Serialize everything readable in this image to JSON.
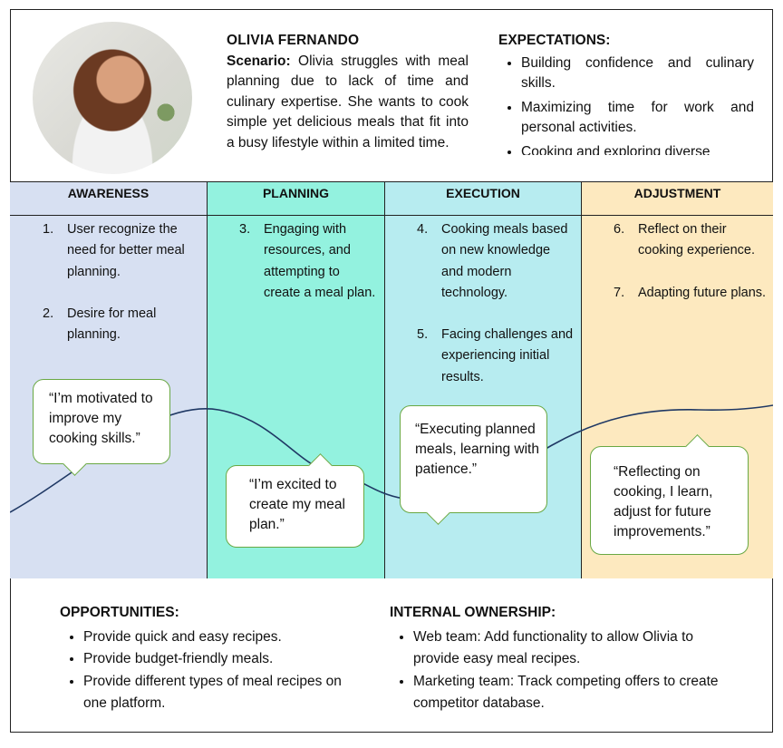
{
  "persona": {
    "name": "OLIVIA FERNANDO",
    "scenario_label": "Scenario:",
    "scenario_text": "Olivia struggles with meal planning due to lack of time and culinary expertise. She wants to cook simple yet delicious meals that fit into a busy lifestyle within a limited time."
  },
  "expectations": {
    "title": "EXPECTATIONS:",
    "items": [
      "Building confidence and culinary skills.",
      "Maximizing time for work and personal activities.",
      "Cooking and exploring diverse"
    ]
  },
  "stages": [
    {
      "header": "AWARENESS",
      "items": [
        {
          "num": "1.",
          "text": "User recognize the need for better meal planning."
        },
        {
          "num": "2.",
          "text": "Desire for meal planning."
        }
      ],
      "quote": "“I’m motivated to improve my cooking skills.”",
      "color": "#d7e0f2"
    },
    {
      "header": "PLANNING",
      "items": [
        {
          "num": "3.",
          "text": "Engaging with resources, and attempting to create a meal plan."
        }
      ],
      "quote": "“I’m excited to create my meal plan.”",
      "color": "#93f2df"
    },
    {
      "header": "EXECUTION",
      "items": [
        {
          "num": "4.",
          "text": "Cooking meals based on new knowledge and modern technology."
        },
        {
          "num": "5.",
          "text": "Facing challenges and experiencing initial results."
        }
      ],
      "quote": "“Executing planned meals, learning with patience.”",
      "color": "#b7ecf0"
    },
    {
      "header": "ADJUSTMENT",
      "items": [
        {
          "num": "6.",
          "text": "Reflect on their cooking experience."
        },
        {
          "num": "7.",
          "text": "Adapting future plans."
        }
      ],
      "quote": "“Reflecting on cooking, I learn, adjust for future improvements.”",
      "color": "#fde9bf"
    }
  ],
  "opportunities": {
    "title": "OPPORTUNITIES:",
    "items": [
      "Provide quick and easy recipes.",
      "Provide budget-friendly meals.",
      "Provide different types of meal recipes on one platform."
    ]
  },
  "ownership": {
    "title": "INTERNAL OWNERSHIP:",
    "items": [
      "Web team: Add functionality to allow Olivia to provide easy meal recipes.",
      "Marketing team: Track competing offers to create competitor database."
    ]
  },
  "colors": {
    "bubble_border": "#69a843",
    "curve": "#1f3864"
  }
}
